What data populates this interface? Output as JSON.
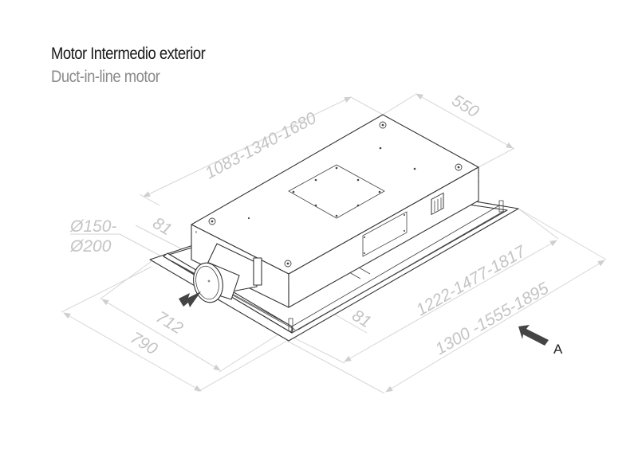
{
  "header": {
    "title": "Motor Intermedio exterior",
    "subtitle": "Duct-in-line motor"
  },
  "dimensions": {
    "length_body": "1083-1340-1680",
    "width_body": "550",
    "duct_diameter_line1": "Ø150-",
    "duct_diameter_line2": "Ø200",
    "offset_left": "81",
    "offset_right": "81",
    "inner_width": "712",
    "outer_width": "790",
    "inner_length": "1222-1477-1817",
    "outer_length": "1300 -1555-1895"
  },
  "view_marker": {
    "label": "A",
    "arrow_color": "#444444"
  },
  "colors": {
    "title": "#1a1a1a",
    "subtitle": "#8a8a8a",
    "dimension_text": "#c4c4c4",
    "outline": "#333333"
  }
}
